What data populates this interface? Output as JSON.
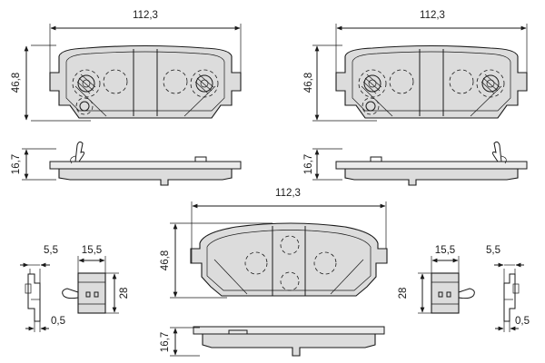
{
  "dimensions": {
    "pad_tl_length": "112,3",
    "pad_tl_height": "46,8",
    "pad_tl_thickness": "16,7",
    "pad_tr_length": "112,3",
    "pad_tr_height": "46,8",
    "pad_tr_thickness": "16,7",
    "pad_c_length": "112,3",
    "pad_c_height": "46,8",
    "pad_c_thickness": "16,7",
    "sensor_l_width": "5,5",
    "sensor_l_offset": "0,5",
    "clip_l_width": "15,5",
    "clip_l_height": "28",
    "sensor_r_width": "5,5",
    "sensor_r_offset": "0,5",
    "clip_r_width": "15,5",
    "clip_r_height": "28"
  },
  "colors": {
    "line": "#1a1a1a",
    "pad_fill": "#dcdcdc",
    "plate_fill": "#ebebeb"
  }
}
